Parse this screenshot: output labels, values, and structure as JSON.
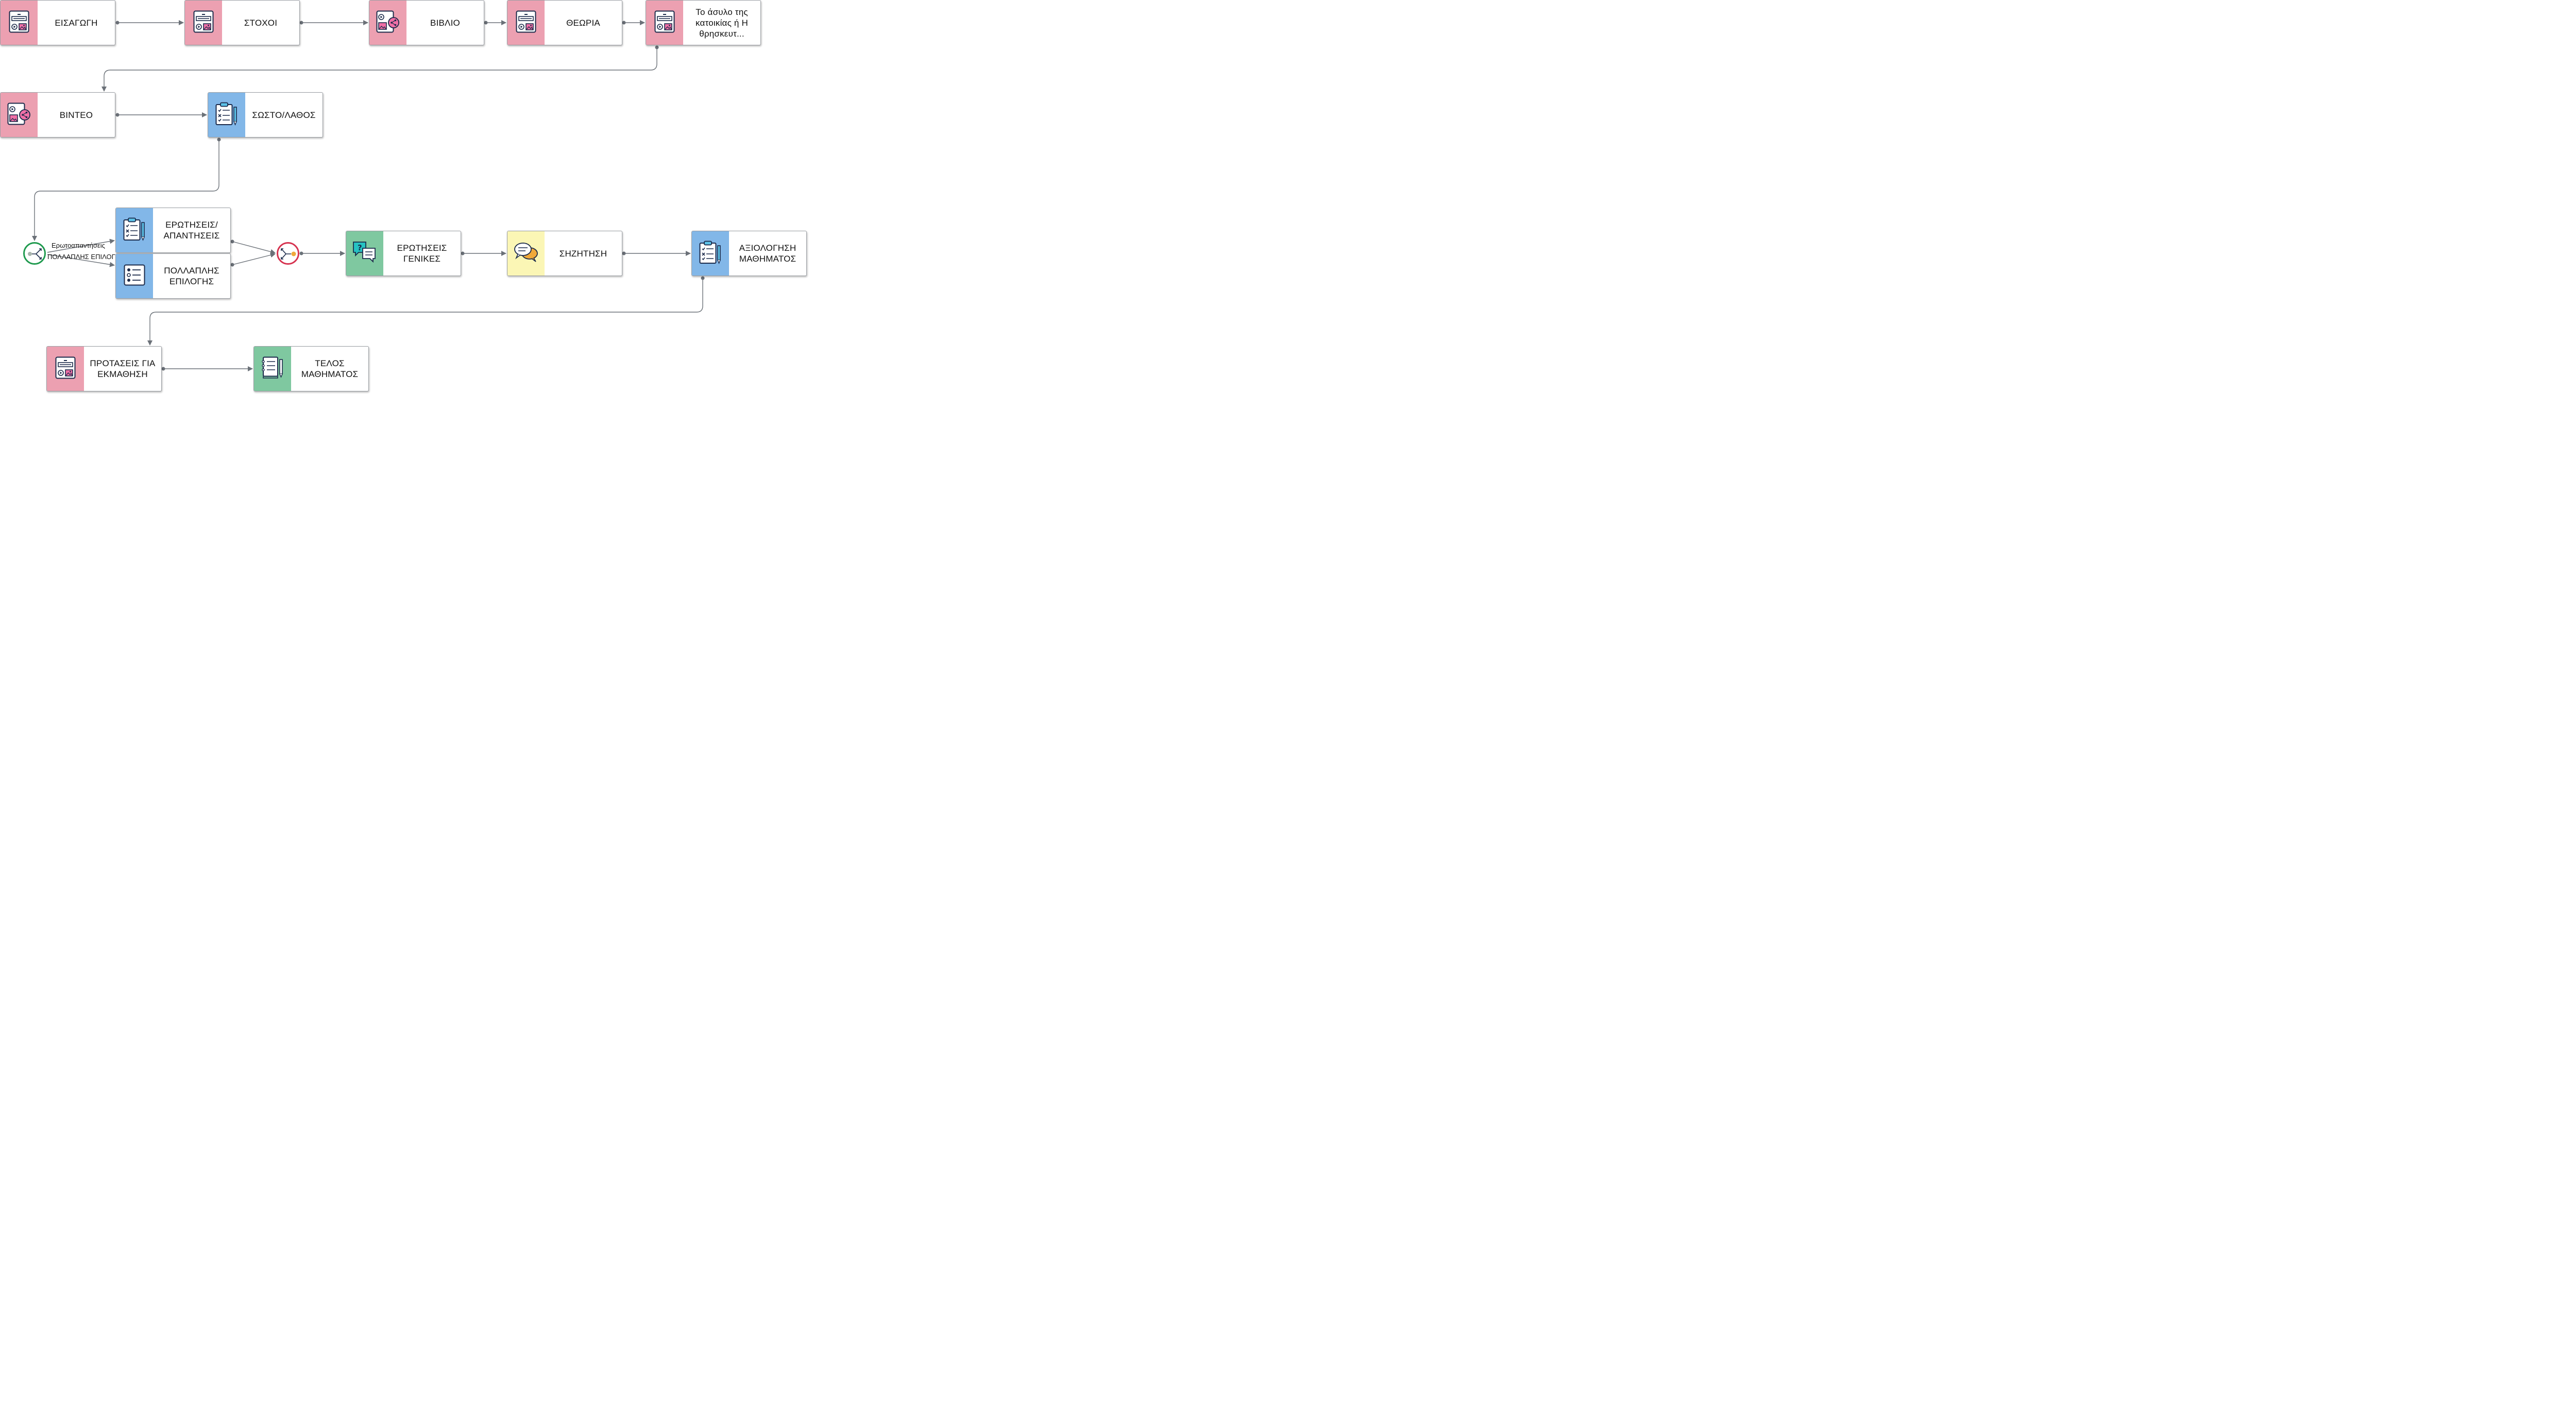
{
  "colors": {
    "presentation": "#eca0b1",
    "assessment": "#82b7e8",
    "question": "#7fc8a0",
    "discussion": "#fbf6b5",
    "split_gateway": "#1f9a4e",
    "join_gateway": "#d6324f",
    "connector": "#6b7178"
  },
  "nodes": [
    {
      "id": "intro",
      "label": "ΕΙΣΑΓΩΓΗ",
      "category": "presentation",
      "icon": "presentation-icon"
    },
    {
      "id": "goals",
      "label": "ΣΤΟΧΟΙ",
      "category": "presentation",
      "icon": "presentation-icon"
    },
    {
      "id": "book",
      "label": "ΒΙΒΛΙΟ",
      "category": "presentation",
      "icon": "shared-media-icon"
    },
    {
      "id": "theory",
      "label": "ΘΕΩΡΙΑ",
      "category": "presentation",
      "icon": "presentation-icon"
    },
    {
      "id": "asylum",
      "label": "Το άσυλο της κατοικίας ή Η θρησκευτ...",
      "category": "presentation",
      "icon": "presentation-icon"
    },
    {
      "id": "video",
      "label": "ΒΙΝΤΕΟ",
      "category": "presentation",
      "icon": "shared-media-icon"
    },
    {
      "id": "truefalse",
      "label": "ΣΩΣΤΟ/ΛΑΘΟΣ",
      "category": "assessment",
      "icon": "clipboard-checklist-icon"
    },
    {
      "id": "qa",
      "label": "ΕΡΩΤΗΣΕΙΣ/ ΑΠΑΝΤΗΣΕΙΣ",
      "category": "assessment",
      "icon": "clipboard-checklist-icon"
    },
    {
      "id": "mc",
      "label": "ΠΟΛΛΑΠΛΗΣ ΕΠΙΛΟΓΗΣ",
      "category": "assessment",
      "icon": "multiple-choice-list-icon"
    },
    {
      "id": "general",
      "label": "ΕΡΩΤΗΣΕΙΣ ΓΕΝΙΚΕΣ",
      "category": "question",
      "icon": "question-chat-icon"
    },
    {
      "id": "discussion",
      "label": "ΣΗΖΗΤΗΣΗ",
      "category": "discussion",
      "icon": "discussion-bubbles-icon"
    },
    {
      "id": "evaluation",
      "label": "ΑΞΙΟΛΟΓΗΣΗ ΜΑΘΗΜΑΤΟΣ",
      "category": "assessment",
      "icon": "clipboard-checklist-icon"
    },
    {
      "id": "suggestions",
      "label": "ΠΡΟΤΑΣΕΙΣ ΓΙΑ ΕΚΜΑΘΗΣΗ",
      "category": "presentation",
      "icon": "presentation-icon"
    },
    {
      "id": "end",
      "label": "ΤΕΛΟΣ ΜΑΘΗΜΑΤΟΣ",
      "category": "question",
      "icon": "notebook-pencil-icon"
    }
  ],
  "gateways": [
    {
      "id": "split",
      "type": "split",
      "icon": "split-gateway-icon"
    },
    {
      "id": "join",
      "type": "join",
      "icon": "join-gateway-icon"
    }
  ],
  "edge_labels": {
    "split_to_qa": "Ερωτοαπαντήσεις",
    "split_to_mc": "ΠΟΛΛΑΠΛΗΣ ΕΠΙΛΟΓΗΣ"
  },
  "edges": [
    {
      "from": "intro",
      "to": "goals"
    },
    {
      "from": "goals",
      "to": "book"
    },
    {
      "from": "book",
      "to": "theory"
    },
    {
      "from": "theory",
      "to": "asylum"
    },
    {
      "from": "asylum",
      "to": "video"
    },
    {
      "from": "video",
      "to": "truefalse"
    },
    {
      "from": "truefalse",
      "to": "split"
    },
    {
      "from": "split",
      "to": "qa",
      "label": "Ερωτοαπαντήσεις"
    },
    {
      "from": "split",
      "to": "mc",
      "label": "ΠΟΛΛΑΠΛΗΣ ΕΠΙΛΟΓΗΣ"
    },
    {
      "from": "qa",
      "to": "join"
    },
    {
      "from": "mc",
      "to": "join"
    },
    {
      "from": "join",
      "to": "general"
    },
    {
      "from": "general",
      "to": "discussion"
    },
    {
      "from": "discussion",
      "to": "evaluation"
    },
    {
      "from": "evaluation",
      "to": "suggestions"
    },
    {
      "from": "suggestions",
      "to": "end"
    }
  ]
}
